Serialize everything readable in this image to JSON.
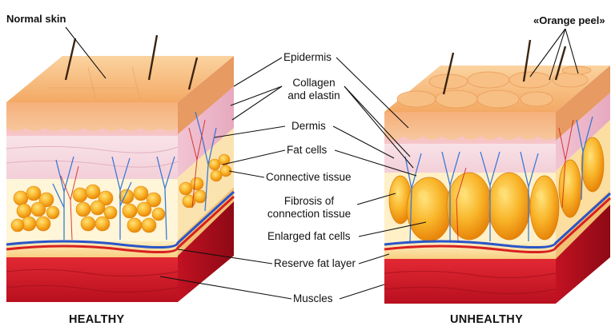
{
  "corner_labels": {
    "left": "Normal skin",
    "right": "«Orange peel»"
  },
  "captions": {
    "left": "HEALTHY",
    "right": "UNHEALTHY"
  },
  "labels": {
    "epidermis": "Epidermis",
    "collagen_l1": "Collagen",
    "collagen_l2": "and elastin",
    "dermis": "Dermis",
    "fat_cells": "Fat cells",
    "connective_tissue": "Connective tissue",
    "fibrosis_l1": "Fibrosis of",
    "fibrosis_l2": "connection tissue",
    "enlarged_fat_cells": "Enlarged fat cells",
    "reserve_fat_layer": "Reserve fat layer",
    "muscles": "Muscles"
  },
  "colors": {
    "epidermis": "#f5b878",
    "dermis": "#f6d8e0",
    "fat": "#f7a51c",
    "fat_highlight": "#ffe27a",
    "reserve": "#fde3a8",
    "muscle": "#d8182a",
    "vein": "#2a55c8",
    "artery": "#d82020",
    "nerve": "#3a78d8"
  }
}
